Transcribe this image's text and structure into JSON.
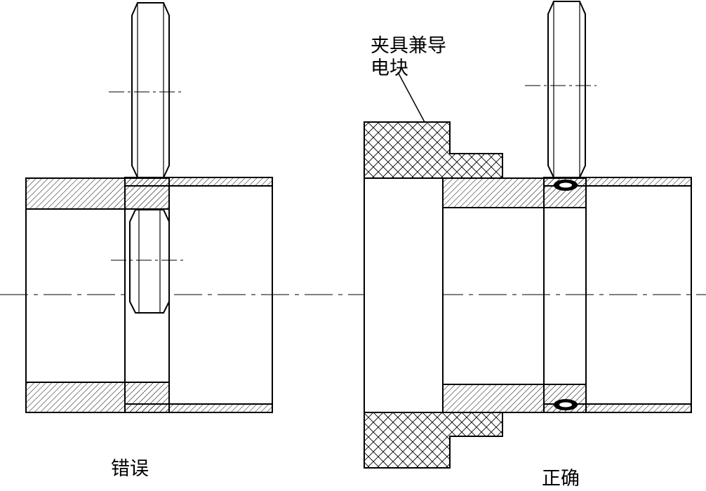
{
  "labels": {
    "wrong": "错误",
    "correct": "正确",
    "fixture_line1": "夹具兼导",
    "fixture_line2": "电块"
  },
  "colors": {
    "line": "#000000",
    "background": "#ffffff"
  }
}
